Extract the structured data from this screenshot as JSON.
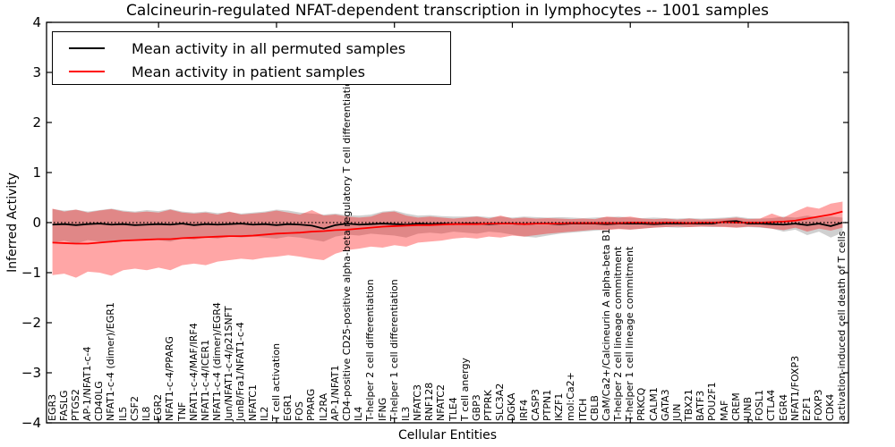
{
  "title": "Calcineurin-regulated NFAT-dependent transcription in lymphocytes -- 1001 samples",
  "legend": {
    "items": [
      {
        "label": "Mean activity in all permuted samples",
        "color": "#000000"
      },
      {
        "label": "Mean activity in patient samples",
        "color": "#ff0000"
      }
    ]
  },
  "chart_data": {
    "type": "line",
    "title": "Calcineurin-regulated NFAT-dependent transcription in lymphocytes -- 1001 samples",
    "xlabel": "Cellular Entities",
    "ylabel": "Inferred Activity",
    "ylim": [
      -4,
      4
    ],
    "yticks": [
      4,
      3,
      2,
      1,
      0,
      -1,
      -2,
      -3,
      -4
    ],
    "xtick_interval": 10,
    "grid": false,
    "zero_line": "dotted",
    "legend_position": "upper left",
    "colors": {
      "permuted": "#000000",
      "patient": "#ff0000",
      "permuted_band": "#787878",
      "patient_band": "#ff0000",
      "band_opacity": 0.35
    },
    "categories": [
      "EGR3",
      "FASLG",
      "PTGS2",
      "AP-1/NFAT1-c-4",
      "CD40LG",
      "NFAT1-c-4 (dimer)/EGR1",
      "IL5",
      "CSF2",
      "IL8",
      "EGR2",
      "NFAT1-c-4/PPARG",
      "TNF",
      "NFAT1-c-4/MAF/IRF4",
      "NFAT1-c-4/ICER1",
      "NFAT1-c-4 (dimer)/EGR4",
      "Jun/NFAT1-c-4/p21SNFT",
      "JunB/Fra1/NFAT1-c-4",
      "NFATC1",
      "IL2",
      "T cell activation",
      "EGR1",
      "FOS",
      "PPARG",
      "IL2RA",
      "AP-1/NFAT1",
      "CD4-positive CD25-positive alpha-beta regulatory T cell differentiation",
      "IL4",
      "T-helper 2 cell differentiation",
      "IFNG",
      "T-helper 1 cell differentiation",
      "IL3",
      "NFATC3",
      "RNF128",
      "NFATC2",
      "TLE4",
      "T cell anergy",
      "GBP3",
      "PTPRK",
      "SLC3A2",
      "DGKA",
      "IRF4",
      "CASP3",
      "PTPN1",
      "IKZF1",
      "mol:Ca2+",
      "ITCH",
      "CBLB",
      "CaM/Ca2+/Calcineurin A alpha-beta B1",
      "T-helper 2 cell lineage commitment",
      "T-helper 1 cell lineage commitment",
      "PRKCQ",
      "CALM1",
      "GATA3",
      "JUN",
      "TBX21",
      "BATF3",
      "POU2F1",
      "MAF",
      "CREM",
      "JUNB",
      "FOSL1",
      "CTLA4",
      "EGR4",
      "NFAT1/FOXP3",
      "E2F1",
      "FOXP3",
      "CDK4",
      "activation-induced cell death of T cells"
    ],
    "series": [
      {
        "name": "Mean activity in all permuted samples",
        "color": "#000000",
        "values": [
          -0.04,
          -0.03,
          -0.05,
          -0.03,
          -0.02,
          -0.04,
          -0.03,
          -0.05,
          -0.04,
          -0.03,
          -0.04,
          -0.02,
          -0.05,
          -0.03,
          -0.04,
          -0.03,
          -0.02,
          -0.04,
          -0.03,
          -0.05,
          -0.03,
          -0.04,
          -0.06,
          -0.12,
          -0.05,
          -0.02,
          -0.04,
          -0.03,
          -0.02,
          -0.03,
          -0.04,
          -0.02,
          -0.03,
          -0.02,
          -0.03,
          -0.02,
          -0.02,
          -0.03,
          -0.02,
          -0.02,
          -0.03,
          -0.02,
          -0.02,
          -0.03,
          -0.02,
          -0.02,
          -0.02,
          -0.03,
          -0.02,
          -0.02,
          -0.02,
          -0.03,
          -0.02,
          -0.02,
          -0.02,
          -0.02,
          -0.02,
          0.02,
          0.03,
          -0.02,
          -0.02,
          -0.03,
          -0.04,
          -0.02,
          -0.05,
          -0.02,
          -0.07,
          0.0
        ]
      },
      {
        "name": "Mean activity in patient samples",
        "color": "#ff0000",
        "values": [
          -0.4,
          -0.41,
          -0.42,
          -0.42,
          -0.4,
          -0.38,
          -0.36,
          -0.35,
          -0.34,
          -0.33,
          -0.33,
          -0.31,
          -0.3,
          -0.29,
          -0.28,
          -0.27,
          -0.27,
          -0.26,
          -0.24,
          -0.22,
          -0.21,
          -0.2,
          -0.18,
          -0.17,
          -0.15,
          -0.14,
          -0.12,
          -0.1,
          -0.08,
          -0.07,
          -0.06,
          -0.05,
          -0.05,
          -0.04,
          -0.03,
          -0.03,
          -0.03,
          -0.02,
          -0.02,
          -0.02,
          -0.03,
          -0.02,
          -0.02,
          -0.02,
          -0.01,
          -0.01,
          -0.01,
          -0.01,
          -0.01,
          0.0,
          0.0,
          -0.01,
          0.0,
          0.0,
          -0.01,
          0.0,
          0.0,
          0.01,
          0.0,
          0.0,
          0.0,
          0.01,
          0.02,
          0.04,
          0.08,
          0.12,
          0.16,
          0.22
        ]
      }
    ],
    "bands": [
      {
        "name": "permuted-range",
        "color": "#787878",
        "opacity": 0.35,
        "upper": [
          0.27,
          0.24,
          0.26,
          0.22,
          0.25,
          0.28,
          0.24,
          0.22,
          0.25,
          0.23,
          0.27,
          0.22,
          0.2,
          0.22,
          0.19,
          0.21,
          0.18,
          0.2,
          0.22,
          0.26,
          0.24,
          0.2,
          0.18,
          0.16,
          0.18,
          0.15,
          0.14,
          0.16,
          0.22,
          0.24,
          0.18,
          0.14,
          0.15,
          0.13,
          0.12,
          0.12,
          0.13,
          0.11,
          0.12,
          0.1,
          0.12,
          0.11,
          0.1,
          0.11,
          0.1,
          0.09,
          0.1,
          0.11,
          0.12,
          0.1,
          0.09,
          0.1,
          0.09,
          0.08,
          0.09,
          0.08,
          0.09,
          0.1,
          0.12,
          0.09,
          0.08,
          0.09,
          0.12,
          0.1,
          0.14,
          0.1,
          0.12,
          0.1
        ],
        "lower": [
          -0.4,
          -0.36,
          -0.42,
          -0.35,
          -0.38,
          -0.4,
          -0.34,
          -0.36,
          -0.33,
          -0.35,
          -0.38,
          -0.32,
          -0.34,
          -0.3,
          -0.32,
          -0.28,
          -0.3,
          -0.28,
          -0.3,
          -0.32,
          -0.28,
          -0.3,
          -0.34,
          -0.38,
          -0.28,
          -0.24,
          -0.26,
          -0.22,
          -0.24,
          -0.26,
          -0.3,
          -0.22,
          -0.2,
          -0.22,
          -0.18,
          -0.2,
          -0.22,
          -0.18,
          -0.2,
          -0.24,
          -0.28,
          -0.3,
          -0.26,
          -0.22,
          -0.2,
          -0.18,
          -0.16,
          -0.14,
          -0.12,
          -0.14,
          -0.12,
          -0.1,
          -0.09,
          -0.1,
          -0.09,
          -0.08,
          -0.09,
          -0.08,
          -0.1,
          -0.09,
          -0.1,
          -0.12,
          -0.18,
          -0.14,
          -0.25,
          -0.18,
          -0.3,
          -0.2
        ]
      },
      {
        "name": "patient-range",
        "color": "#ff0000",
        "opacity": 0.35,
        "upper": [
          0.28,
          0.22,
          0.26,
          0.2,
          0.24,
          0.27,
          0.22,
          0.2,
          0.22,
          0.2,
          0.26,
          0.2,
          0.18,
          0.2,
          0.16,
          0.22,
          0.16,
          0.18,
          0.2,
          0.24,
          0.2,
          0.16,
          0.25,
          0.14,
          0.16,
          0.12,
          0.1,
          0.12,
          0.2,
          0.22,
          0.14,
          0.1,
          0.12,
          0.1,
          0.08,
          0.1,
          0.12,
          0.08,
          0.14,
          0.08,
          0.1,
          0.08,
          0.09,
          0.08,
          0.07,
          0.08,
          0.07,
          0.12,
          0.1,
          0.12,
          0.08,
          0.07,
          0.08,
          0.06,
          0.08,
          0.06,
          0.07,
          0.08,
          0.1,
          0.07,
          0.08,
          0.18,
          0.1,
          0.22,
          0.32,
          0.28,
          0.38,
          0.42
        ],
        "lower": [
          -1.05,
          -1.02,
          -1.1,
          -0.98,
          -1.0,
          -1.06,
          -0.95,
          -0.92,
          -0.95,
          -0.9,
          -0.95,
          -0.85,
          -0.82,
          -0.85,
          -0.78,
          -0.75,
          -0.72,
          -0.74,
          -0.7,
          -0.68,
          -0.65,
          -0.68,
          -0.72,
          -0.75,
          -0.62,
          -0.55,
          -0.52,
          -0.48,
          -0.5,
          -0.45,
          -0.48,
          -0.4,
          -0.38,
          -0.36,
          -0.32,
          -0.3,
          -0.32,
          -0.28,
          -0.3,
          -0.26,
          -0.28,
          -0.25,
          -0.22,
          -0.2,
          -0.18,
          -0.16,
          -0.14,
          -0.15,
          -0.13,
          -0.14,
          -0.12,
          -0.1,
          -0.09,
          -0.08,
          -0.09,
          -0.08,
          -0.08,
          -0.09,
          -0.1,
          -0.08,
          -0.09,
          -0.12,
          -0.15,
          -0.1,
          -0.18,
          -0.12,
          -0.16,
          -0.1
        ]
      }
    ]
  }
}
